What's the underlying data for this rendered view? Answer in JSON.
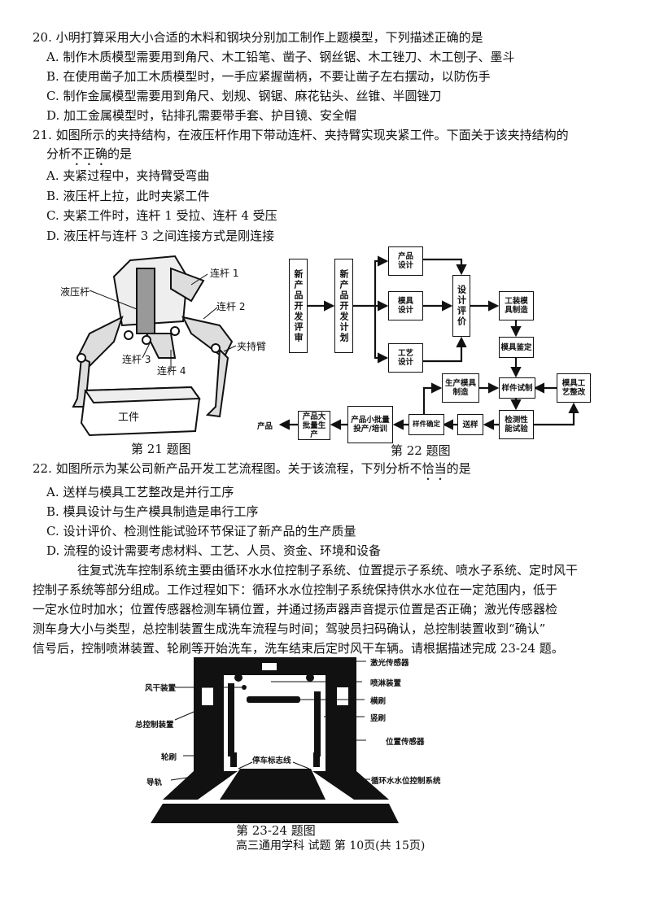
{
  "q20": {
    "stem": "20. 小明打算采用大小合适的木料和钢块分别加工制作上题模型，下列描述正确的是",
    "options": [
      "A. 制作木质模型需要用到角尺、木工铅笔、凿子、钢丝锯、木工锉刀、木工刨子、墨斗",
      "B. 在使用凿子加工木质模型时，一手应紧握凿柄，不要让凿子左右摆动，以防伤手",
      "C. 制作金属模型需要用到角尺、划规、钢锯、麻花钻头、丝锥、半圆锉刀",
      "D. 加工金属模型时，钻排孔需要带手套、护目镜、安全帽"
    ]
  },
  "q21": {
    "stem1": "21. 如图所示的夹持结构，在液压杆作用下带动连杆、夹持臂实现夹紧工件。下面关于该夹持结构的",
    "stem2_pre": "分析",
    "stem2_emph": "不正确",
    "stem2_post": "的是",
    "options": [
      "A. 夹紧过程中，夹持臂受弯曲",
      "B. 液压杆上拉，此时夹紧工件",
      "C. 夹紧工件时，连杆 1 受拉、连杆 4 受压",
      "D. 液压杆与连杆 3 之间连接方式是刚连接"
    ],
    "figure": {
      "labels": {
        "rod1": "连杆 1",
        "hydraulic": "液压杆",
        "rod2": "连杆 2",
        "clamp_arm": "夹持臂",
        "rod3": "连杆 3",
        "rod4": "连杆 4",
        "workpiece": "工件"
      },
      "caption": "第 21 题图"
    }
  },
  "q22": {
    "figure": {
      "caption": "第 22 题图",
      "nodes": {
        "review": "新产品开发评审",
        "plan": "新产品开发计划",
        "product_design": "产品设计",
        "mold_design": "模具设计",
        "process_design": "工艺设计",
        "design_eval": "设计评价",
        "tooling": "工装模具制造",
        "mold_appraisal": "模具鉴定",
        "sample_trial": "样件试制",
        "rectify": "模具工艺整改",
        "prod_mold": "生产模具制造",
        "testing": "检测性能试验",
        "send_sample": "送样",
        "sample_confirm": "样件确定",
        "small_batch": "产品小批量投产/培训",
        "mass_prod": "产品大批量生产",
        "product": "产品"
      }
    },
    "stem_pre": "22. 如图所示为某公司新产品开发工艺流程图。关于该流程，下列分析不",
    "stem_emph": "恰当",
    "stem_post": "的是",
    "options": [
      "A. 送样与模具工艺整改是并行工序",
      "B. 模具设计与生产模具制造是串行工序",
      "C. 设计评价、检测性能试验环节保证了新产品的生产质量",
      "D. 流程的设计需要考虑材料、工艺、人员、资金、环境和设备"
    ]
  },
  "passage": [
    "往复式洗车控制系统主要由循环水水位控制子系统、位置提示子系统、喷水子系统、定时风干",
    "控制子系统等部分组成。工作过程如下：循环水水位控制子系统保持供水水位在一定范围内，低于",
    "一定水位时加水；位置传感器检测车辆位置，并通过扬声器声音提示位置是否正确；激光传感器检",
    "测车身大小与类型，总控制装置生成洗车流程与时间；驾驶员扫码确认，总控制装置收到“确认”",
    "信号后，控制喷淋装置、轮刷等开始洗车，洗车结束后定时风干车辆。请根据描述完成 23-24 题。"
  ],
  "fig2324": {
    "labels": {
      "laser": "激光传感器",
      "spray": "喷淋装置",
      "dryer": "风干装置",
      "h_brush": "横刷",
      "v_brush": "竖刷",
      "controller": "总控制装置",
      "pos_sensor": "位置传感器",
      "wheel_brush": "轮刷",
      "stop_line": "停车标志线",
      "rail": "导轨",
      "water": "循环水水位控制系统"
    },
    "caption": "第 23-24 题图"
  },
  "footer": "高三通用学科 试题 第 10页(共 15页)"
}
